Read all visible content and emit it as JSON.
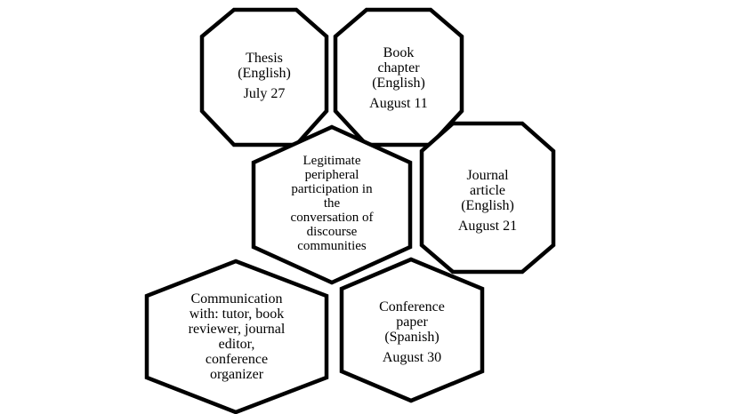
{
  "hexagons": {
    "thesis": {
      "title_1": "Thesis",
      "title_2": "(English)",
      "date": "July 27"
    },
    "book_chapter": {
      "title_1": "Book",
      "title_2": "chapter",
      "title_3": "(English)",
      "date": "August 11"
    },
    "center": {
      "line_1": "Legitimate",
      "line_2": "peripheral",
      "line_3": "participation in",
      "line_4": "the",
      "line_5": "conversation of",
      "line_6": "discourse",
      "line_7": "communities"
    },
    "journal_article": {
      "title_1": "Journal",
      "title_2": "article",
      "title_3": "(English)",
      "date": "August 21"
    },
    "communication": {
      "line_1": "Communication",
      "line_2": "with: tutor, book",
      "line_3": "reviewer, journal",
      "line_4": "editor,",
      "line_5": "conference",
      "line_6": "organizer"
    },
    "conference_paper": {
      "title_1": "Conference",
      "title_2": "paper",
      "title_3": "(Spanish)",
      "date": "August 30"
    }
  },
  "colors": {
    "stroke": "#000000",
    "fill": "#ffffff",
    "text": "#000000"
  }
}
